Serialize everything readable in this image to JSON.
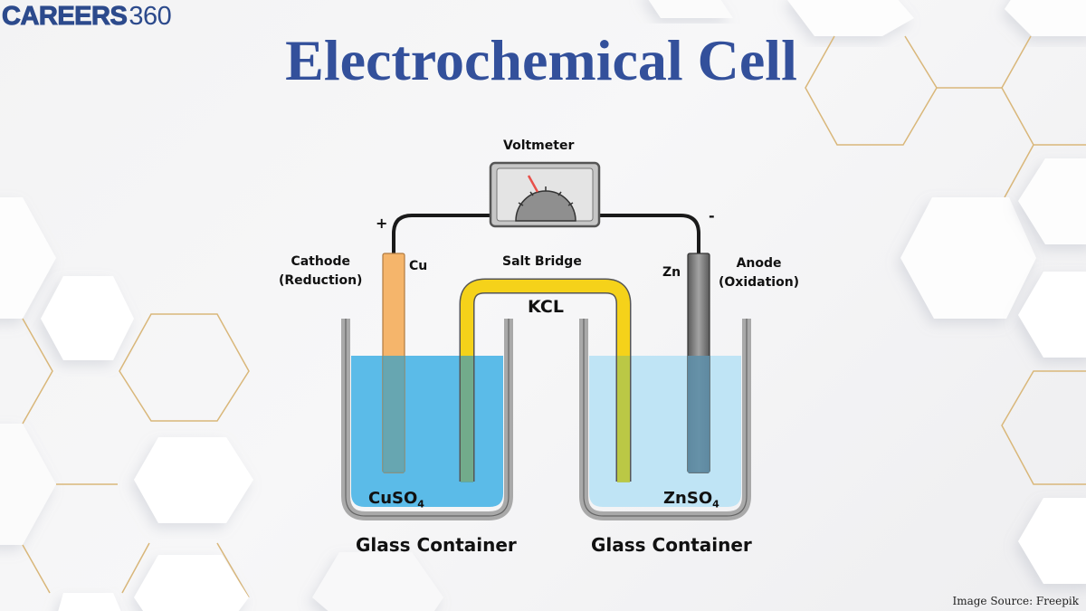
{
  "brand": {
    "name_bold": "CAREERS",
    "name_light": "360",
    "color": "#2c4a8c"
  },
  "title": {
    "text": "Electrochemical Cell",
    "color": "#33509b"
  },
  "diagram": {
    "voltmeter_label": "Voltmeter",
    "positive_sign": "+",
    "negative_sign": "-",
    "cathode": {
      "label_line1": "Cathode",
      "label_line2": "(Reduction)",
      "electrode": "Cu",
      "color": "#f5b56b"
    },
    "anode": {
      "label_line1": "Anode",
      "label_line2": "(Oxidation)",
      "electrode": "Zn",
      "color": "#7d7d7d"
    },
    "salt_bridge": {
      "label": "Salt Bridge",
      "compound": "KCL",
      "color": "#f5d21a"
    },
    "left_solution": {
      "formula": "CuSO",
      "subscript": "4",
      "color": "#5bbbe8"
    },
    "right_solution": {
      "formula": "ZnSO",
      "subscript": "4",
      "color": "#bfe4f5"
    },
    "left_container_label": "Glass Container",
    "right_container_label": "Glass Container"
  },
  "footer": {
    "source": "Image Source:  Freepik"
  },
  "colors": {
    "hex_outline": "#d9b77a",
    "wire": "#1a1a1a",
    "glass": "#a9a9a9",
    "needle": "#e8504a"
  }
}
